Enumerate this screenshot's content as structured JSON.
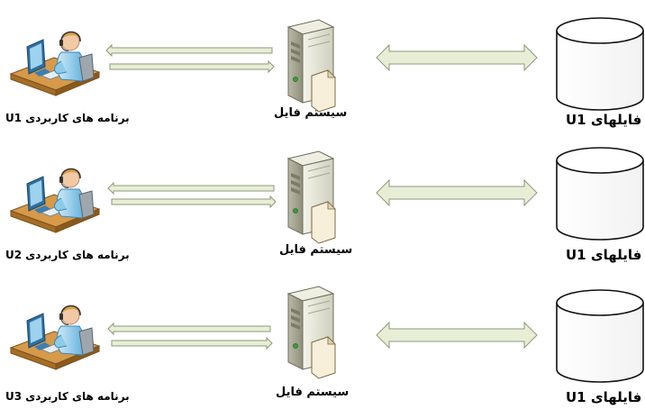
{
  "rows": [
    {
      "app_label": "برنامه های کاربردی U1",
      "fs_label": "سیستم فایل",
      "file_label": "فایلهای U1"
    },
    {
      "app_label": "برنامه های کاربردی U2",
      "fs_label": "سیستم فایل",
      "file_label": "فایلهای U1"
    },
    {
      "app_label": "برنامه های کاربردی U3",
      "fs_label": "سیستم فایل",
      "file_label": "فایلهای U1"
    }
  ],
  "icons": {
    "user": "user-at-computer-icon",
    "server": "server-icon",
    "storage": "database-cylinder-icon"
  },
  "colors": {
    "arrow_fill": "#e8eed6",
    "arrow_stroke": "#8c9a78",
    "desk": "#c98c3c",
    "person": "#7ec6e8",
    "monitor": "#3b7fb0",
    "server": "#d8d8c8"
  }
}
